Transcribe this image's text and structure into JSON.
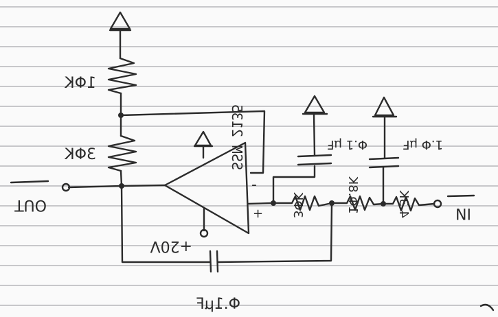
{
  "labels": {
    "r_top": "1ΦK",
    "r_mid": "3ΦK",
    "output": "OUT",
    "opamp": "SSM 2135",
    "minus": "-",
    "plus": "+",
    "supply": "+20V",
    "cap_bottom": "Φ.1μF",
    "cap_a": "Φ.1 μF",
    "cap_b": "1.Φ μF",
    "r_series1": "3ΦK",
    "r_series2": "1Φ.8K",
    "r_series3": "4.3K",
    "input": "IN"
  }
}
